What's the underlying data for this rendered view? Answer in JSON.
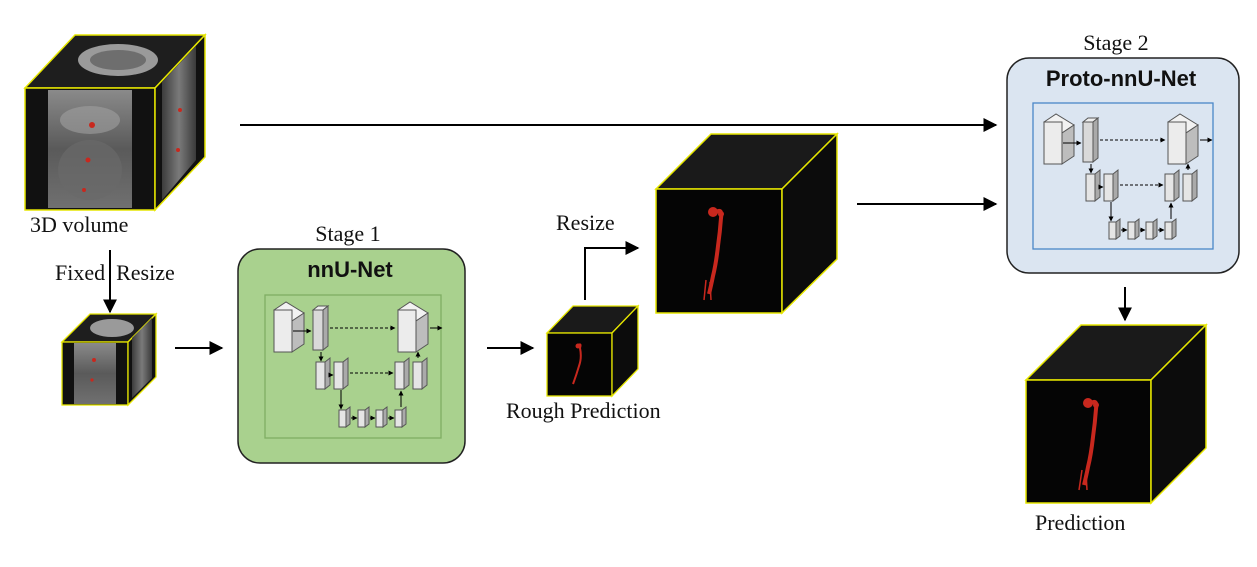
{
  "labels": {
    "input_volume": "3D volume",
    "fixed_resize": "Fixed  Resize",
    "stage1_title": "Stage 1",
    "stage1_network": "nnU-Net",
    "rough_prediction": "Rough Prediction",
    "resize": "Resize",
    "stage2_title": "Stage 2",
    "stage2_network": "Proto-nnU-Net",
    "prediction": "Prediction"
  },
  "colors": {
    "stage1_fill": "#a9d18e",
    "stage1_inner": "#8dbb6e",
    "stage2_fill": "#dbe5f1",
    "stage2_inner_border": "#4a86c8",
    "cube_edge": "#e6e600",
    "aorta": "#c8281e",
    "arrow": "#000000"
  }
}
